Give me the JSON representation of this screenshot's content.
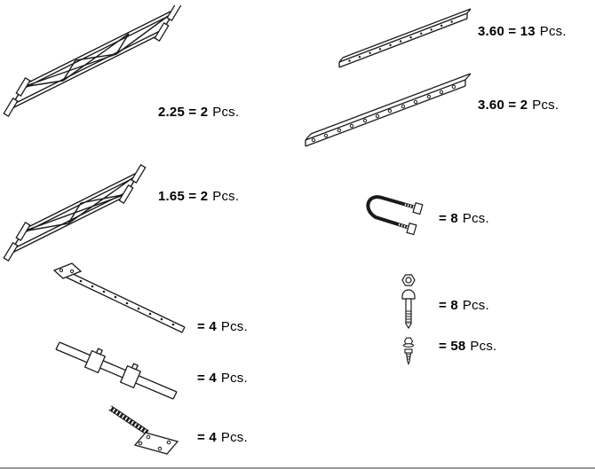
{
  "page": {
    "background_color": "#ffffff",
    "line_color": "#1a1a1a",
    "text_color": "#000000",
    "content_type": "scaffolding parts quantity diagram"
  },
  "parts": [
    {
      "illustration": "lattice-girder-large",
      "value": "2.25 = 2",
      "unit": "Pcs."
    },
    {
      "illustration": "lattice-girder-small",
      "value": "1.65 = 2",
      "unit": "Pcs."
    },
    {
      "illustration": "perforated-tube-with-end-plate",
      "value": "= 4",
      "unit": "Pcs."
    },
    {
      "illustration": "tube-with-couplers",
      "value": "= 4",
      "unit": "Pcs."
    },
    {
      "illustration": "threaded-rod-with-base-plate",
      "value": "= 4",
      "unit": "Pcs."
    },
    {
      "illustration": "perforated-strip",
      "value": "3.60 = 13",
      "unit": "Pcs."
    },
    {
      "illustration": "perforated-rail",
      "value": "3.60 = 2",
      "unit": "Pcs."
    },
    {
      "illustration": "u-bolt-with-nuts",
      "value": "= 8",
      "unit": "Pcs."
    },
    {
      "illustration": "bolt-with-nut",
      "value": "= 8",
      "unit": "Pcs."
    },
    {
      "illustration": "screw-with-nut",
      "value": "= 58",
      "unit": "Pcs."
    }
  ]
}
